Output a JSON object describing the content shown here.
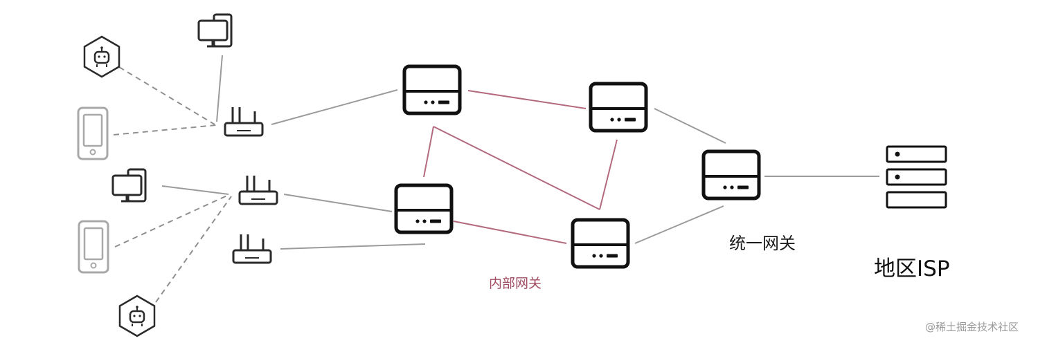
{
  "labels": {
    "internal_gateway": "内部网关",
    "unified_gateway": "统一网关",
    "regional_isp": "地区ISP"
  },
  "watermark": "@稀土掘金技术社区",
  "colors": {
    "internal_link": "#b46a7e",
    "internal_label": "#a14d63",
    "solid_link": "#9b9b9b",
    "dashed_link": "#8f8f8f",
    "device_dark": "#111111",
    "device_light": "#a8a8a8"
  },
  "icons": {
    "robot": "robot-icon",
    "desktop": "desktop-icon",
    "phone": "phone-icon",
    "router": "router-icon",
    "gateway": "gateway-device-icon",
    "server_stack": "server-stack-icon"
  }
}
